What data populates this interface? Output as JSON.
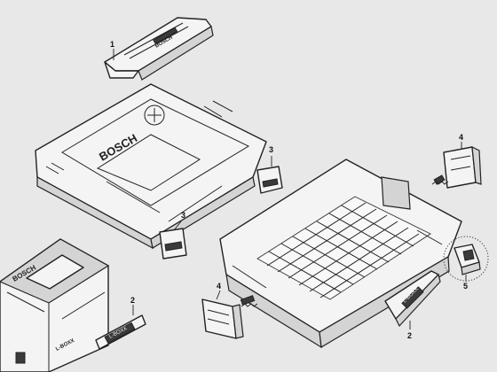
{
  "diagram": {
    "brand_label": "BOSCH",
    "case_label": "L-BOXX",
    "handle_tag": "L-BOXX",
    "callouts": {
      "handle_top": "1",
      "handle_left_box": "2",
      "handle_tray": "2",
      "clip_lid_right": "3",
      "clip_lid_left": "3",
      "latch_right": "4",
      "latch_left": "4",
      "connector": "5"
    }
  }
}
